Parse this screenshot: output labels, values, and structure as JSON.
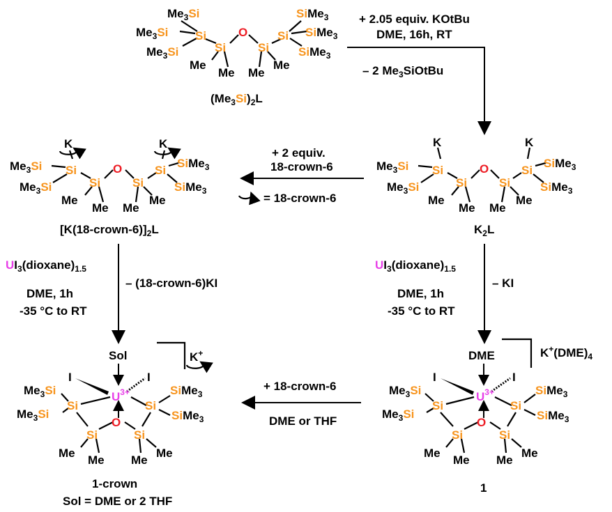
{
  "colors": {
    "silicon": "#F7941D",
    "oxygen": "#ED1C24",
    "uranium": "#E840E8",
    "text": "#000000"
  },
  "step1": {
    "reagent": "+ 2.05 equiv. KOtBu",
    "conditions": "DME, 16h, RT",
    "byproduct": "– 2 Me3SiOtBu"
  },
  "step2": {
    "reagent_line1": "+ 2 equiv.",
    "reagent_line2": "18-crown-6",
    "legend": "= 18-crown-6"
  },
  "step3_left": {
    "reagent": "UI3(dioxane)1.5",
    "conditions": "DME, 1h",
    "temperature": "-35 °C to RT",
    "byproduct": "– (18-crown-6)KI"
  },
  "step3_right": {
    "reagent": "UI3(dioxane)1.5",
    "conditions": "DME, 1h",
    "temperature": "-35 °C to RT",
    "byproduct": "– KI"
  },
  "step4": {
    "reagent": "+ 18-crown-6",
    "conditions": "DME or THF"
  },
  "compounds": {
    "start": "(Me3Si)2L",
    "k2l": "K2L",
    "crown_salt": "[K(18-crown-6)]2L",
    "product1": "1",
    "product_crown": "1-crown",
    "sol_def": "Sol = DME or 2 THF",
    "counter1": "K+(DME)4",
    "counter_crown": "K+"
  },
  "atoms": {
    "si": "Si",
    "o": "O",
    "u": "U",
    "k": "K",
    "i": "I",
    "me": "Me",
    "sime3": "SiMe3",
    "me3si": "Me3Si",
    "dme": "DME",
    "sol": "Sol",
    "charge": "3+"
  }
}
